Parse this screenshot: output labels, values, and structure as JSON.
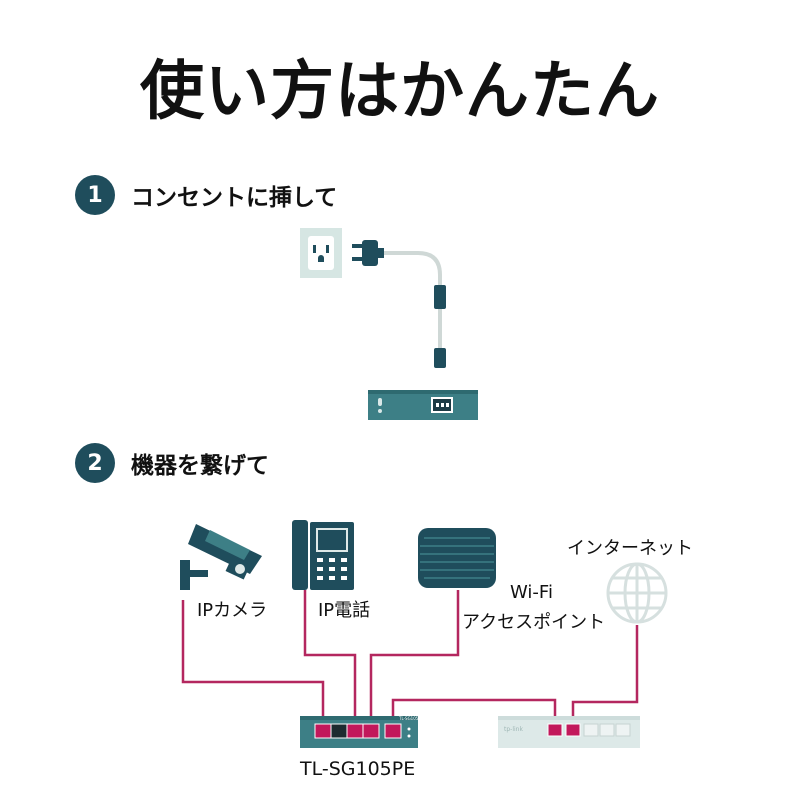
{
  "title": "使い方はかんたん",
  "steps": [
    {
      "number": "1",
      "label": "コンセントに挿して"
    },
    {
      "number": "2",
      "label": "機器を繋げて"
    }
  ],
  "devices": {
    "ip_camera": "IPカメラ",
    "ip_phone": "IP電話",
    "wifi_ap_line1": "Wi-Fi",
    "wifi_ap_line2": "アクセスポイント",
    "internet": "インターネット",
    "switch_model": "TL-SG105PE",
    "switch_badge": "TL-SG105PE",
    "router_brand": "tp-link"
  },
  "colors": {
    "accent": "#1f4d5c",
    "cable": "#b4275f",
    "port_red": "#c2185b"
  }
}
